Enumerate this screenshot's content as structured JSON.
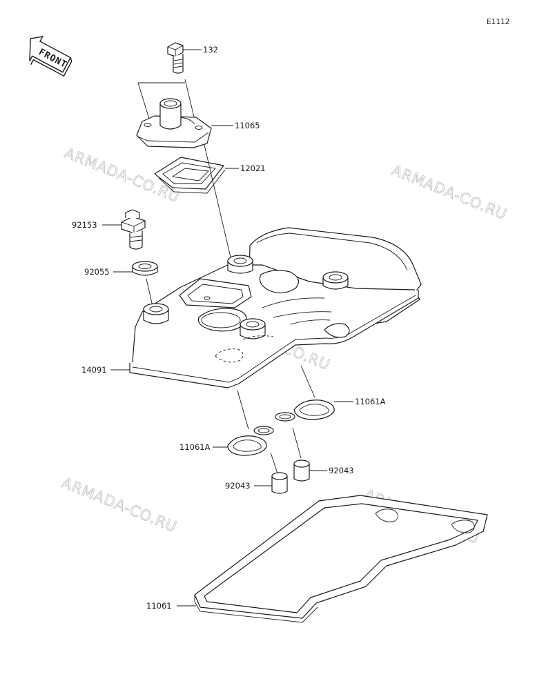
{
  "diagram_code": "E1112",
  "front_marker": "FRONT",
  "watermarks": [
    "ARMADA-CO.RU",
    "ARMADA-CO.RU",
    "ARMADA-CO.RU",
    "ARMADA-CO.RU",
    "ARMADA-CO.RU"
  ],
  "parts": [
    {
      "id": "bolt-132",
      "number": "132"
    },
    {
      "id": "breather-cover",
      "number": "11065"
    },
    {
      "id": "reed-valve",
      "number": "12021"
    },
    {
      "id": "bolt-92153",
      "number": "92153"
    },
    {
      "id": "grommet",
      "number": "92055"
    },
    {
      "id": "cylinder-head-cover",
      "number": "14091"
    },
    {
      "id": "plug-gasket-right",
      "number": "11061A"
    },
    {
      "id": "plug-gasket-left",
      "number": "11061A"
    },
    {
      "id": "dowel-pin-right",
      "number": "92043"
    },
    {
      "id": "dowel-pin-left",
      "number": "92043"
    },
    {
      "id": "head-cover-gasket",
      "number": "11061"
    }
  ]
}
